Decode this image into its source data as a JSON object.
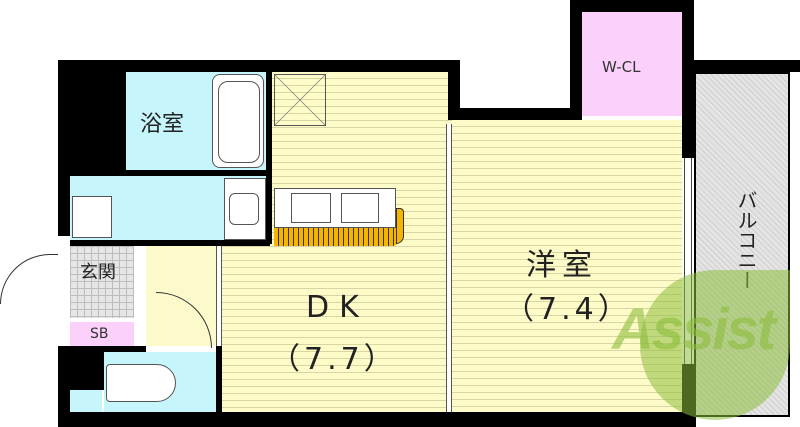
{
  "floorplan": {
    "rooms": {
      "bathroom": {
        "label": "浴室"
      },
      "entrance": {
        "label": "玄関"
      },
      "shoe_box": {
        "label": "SB"
      },
      "dining_kitchen": {
        "label": "DK",
        "size": "（7.7）"
      },
      "western_room": {
        "label": "洋室",
        "size": "（7.4）"
      },
      "walk_in_closet": {
        "label": "W-CL"
      },
      "balcony": {
        "label": "バルコニー"
      }
    },
    "watermark": {
      "text": "Assist"
    },
    "colors": {
      "wall": "#000000",
      "wood_floor": "#fdfbc8",
      "wet_area": "#c6f6fb",
      "closet": "#fbd0fb",
      "counter": "#f5b400",
      "balcony": "#e4e4e4",
      "watermark_green": "#8cbd3c"
    }
  }
}
